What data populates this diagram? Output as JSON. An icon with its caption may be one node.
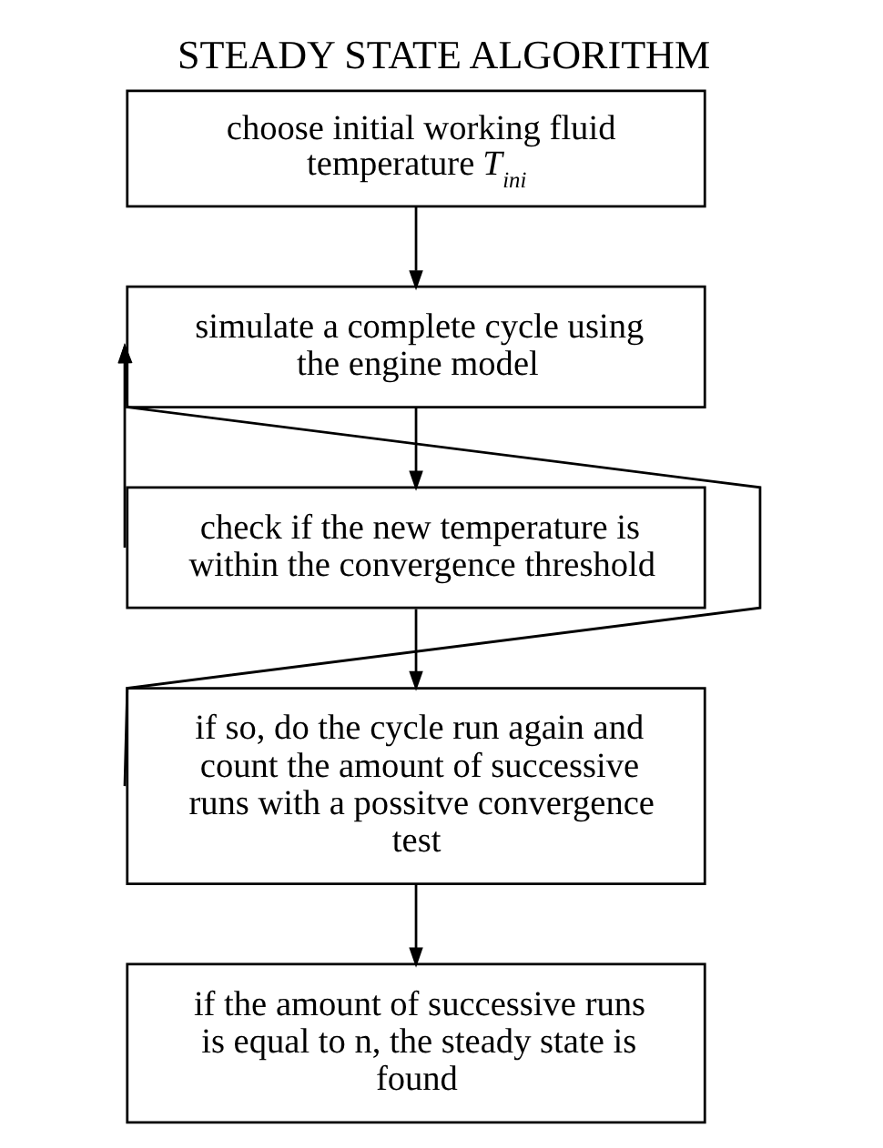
{
  "diagram": {
    "title": "STEADY STATE ALGORITHM",
    "nodes": [
      {
        "text": [
          "choose initial working fluid temperature *T*$_{ini}$"
        ]
      },
      {
        "text": [
          "simulate a complete cycle using the engine model"
        ]
      },
      {
        "text": [
          "check if the new temperature is within the convergence threshold"
        ]
      },
      {
        "text": [
          "if so, do the cycle run again and count the amount of successive runs with a possitve convergence test"
        ]
      },
      {
        "text": [
          "if the amount of successive runs is equal to n, the steady state is found"
        ]
      }
    ],
    "edges": [
      {
        "from": 0,
        "to": 1,
        "arrow": "to"
      },
      {
        "from": 1,
        "to": 2,
        "arrow": "to"
      },
      {
        "from": 2,
        "to": 3,
        "arrow": "to"
      },
      {
        "from": 3,
        "to": 4,
        "arrow": "to"
      },
      {
        "from": 2,
        "to": 1,
        "arrow": "to"
      },
      {
        "from": 3,
        "to": 1,
        "arrow": "to"
      }
    ]
  }
}
